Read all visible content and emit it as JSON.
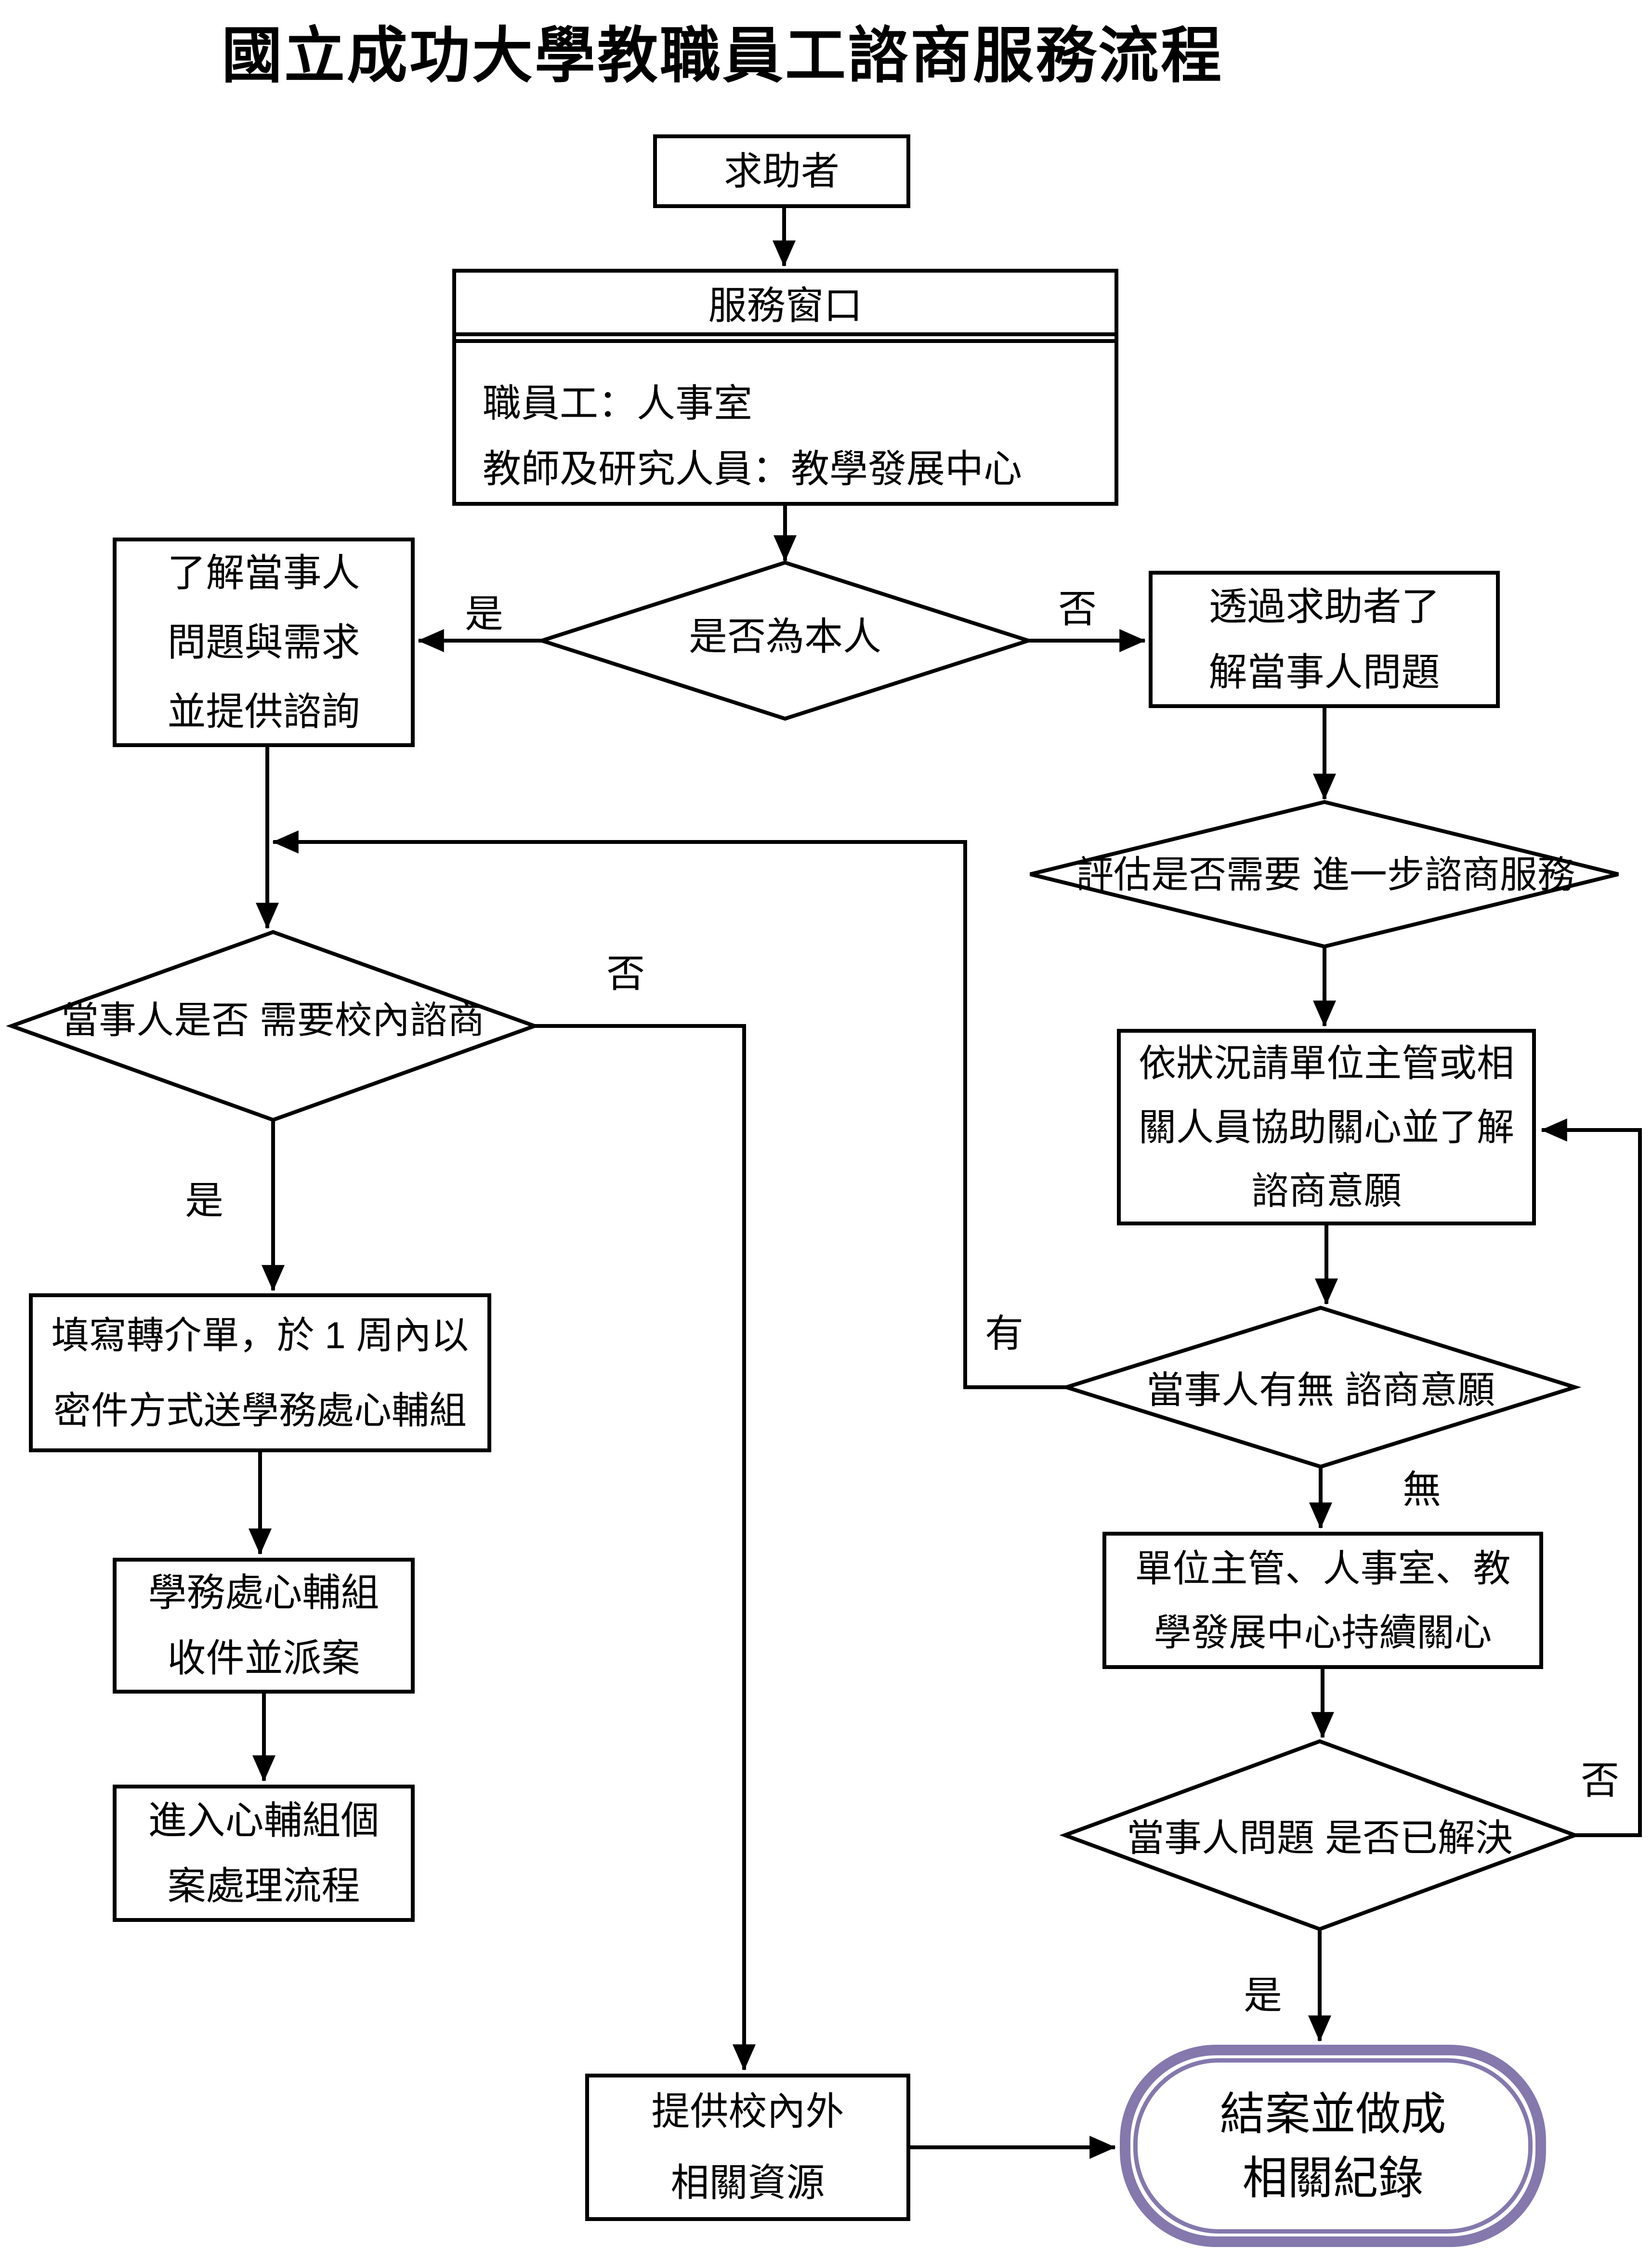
{
  "page": {
    "title": "國立成功大學教職員工諮商服務流程",
    "line_color": "#000000",
    "terminal_border_color": "#8478ad"
  },
  "nodes": {
    "seeker": {
      "lines": [
        "求助者"
      ]
    },
    "service_window": {
      "header": "服務窗口",
      "body_lines": [
        "職員工：人事室",
        "教師及研究人員：教學發展中心"
      ]
    },
    "is_self": {
      "lines": [
        "是否為本人"
      ]
    },
    "understand_client": {
      "lines": [
        "了解當事人",
        "問題與需求",
        "並提供諮詢"
      ]
    },
    "via_seeker": {
      "lines": [
        "透過求助者了",
        "解當事人問題"
      ]
    },
    "assess_need": {
      "lines": [
        "評估是否需要",
        "進一步諮商服務"
      ]
    },
    "need_campus": {
      "lines": [
        "當事人是否",
        "需要校內諮商"
      ]
    },
    "fill_referral": {
      "lines": [
        "填寫轉介單，於 1 周內以",
        "密件方式送學務處心輔組"
      ]
    },
    "receive_assign": {
      "lines": [
        "學務處心輔組",
        "收件並派案"
      ]
    },
    "case_process": {
      "lines": [
        "進入心輔組個",
        "案處理流程"
      ]
    },
    "supervisor_assist": {
      "lines": [
        "依狀況請單位主管或相",
        "關人員協助關心並了解",
        "諮商意願"
      ]
    },
    "willingness": {
      "lines": [
        "當事人有無",
        "諮商意願"
      ]
    },
    "continuous_care": {
      "lines": [
        "單位主管、人事室、教",
        "學發展中心持續關心"
      ]
    },
    "resolved": {
      "lines": [
        "當事人問題",
        "是否已解決"
      ]
    },
    "provide_resources": {
      "lines": [
        "提供校內外",
        "相關資源"
      ]
    },
    "closing": {
      "lines": [
        "結案並做成",
        "相關紀錄"
      ]
    }
  },
  "edge_labels": {
    "is_self_yes": "是",
    "is_self_no": "否",
    "need_campus_no": "否",
    "need_campus_yes": "是",
    "willingness_have": "有",
    "willingness_none": "無",
    "resolved_no": "否",
    "resolved_yes": "是"
  }
}
